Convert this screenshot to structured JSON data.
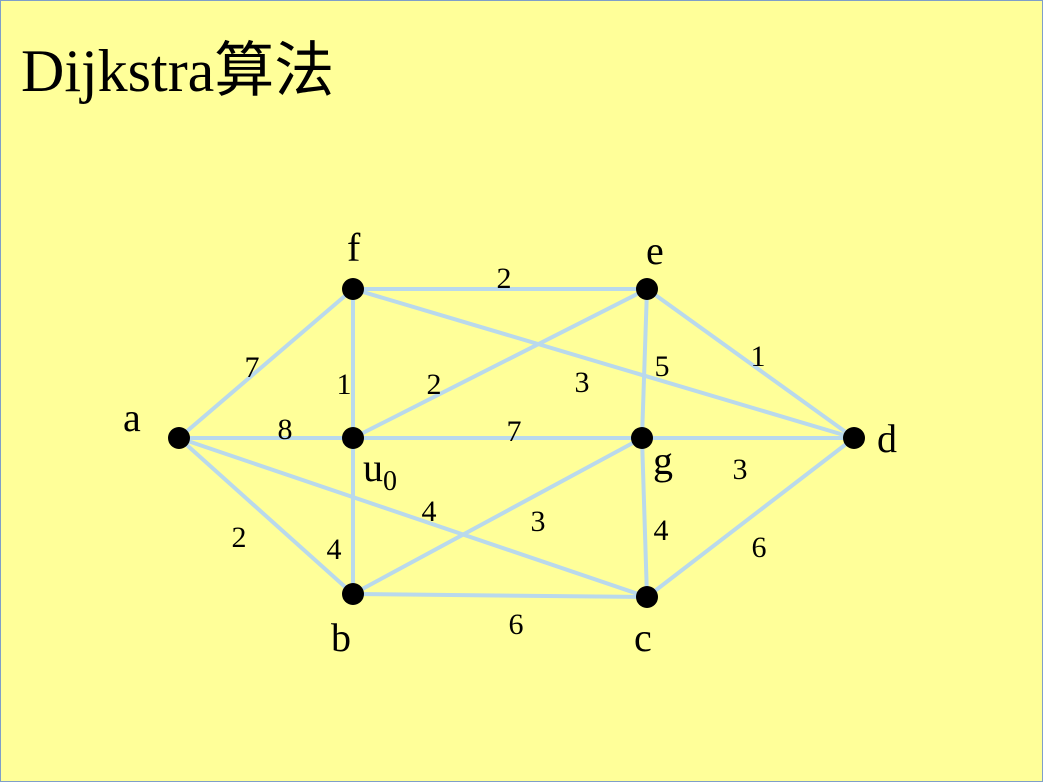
{
  "title": "Dijkstra算法",
  "vertices": [
    {
      "id": "a",
      "label": "a"
    },
    {
      "id": "f",
      "label": "f"
    },
    {
      "id": "u0",
      "label": "u",
      "sub": "0"
    },
    {
      "id": "b",
      "label": "b"
    },
    {
      "id": "e",
      "label": "e"
    },
    {
      "id": "g",
      "label": "g"
    },
    {
      "id": "c",
      "label": "c"
    },
    {
      "id": "d",
      "label": "d"
    }
  ],
  "edges": [
    {
      "from": "f",
      "to": "e",
      "weight": "2"
    },
    {
      "from": "a",
      "to": "f",
      "weight": "7"
    },
    {
      "from": "f",
      "to": "u0",
      "weight": "1"
    },
    {
      "from": "u0",
      "to": "e",
      "weight": "2"
    },
    {
      "from": "f",
      "to": "d",
      "weight": "3"
    },
    {
      "from": "e",
      "to": "g",
      "weight": "5"
    },
    {
      "from": "e",
      "to": "d",
      "weight": "1"
    },
    {
      "from": "a",
      "to": "u0",
      "weight": "8"
    },
    {
      "from": "u0",
      "to": "g",
      "weight": "7"
    },
    {
      "from": "g",
      "to": "d",
      "weight": "3"
    },
    {
      "from": "a",
      "to": "c",
      "weight": "4"
    },
    {
      "from": "b",
      "to": "g",
      "weight": "3"
    },
    {
      "from": "a",
      "to": "b",
      "weight": "2"
    },
    {
      "from": "u0",
      "to": "b",
      "weight": "4"
    },
    {
      "from": "g",
      "to": "c",
      "weight": "4"
    },
    {
      "from": "c",
      "to": "d",
      "weight": "6"
    },
    {
      "from": "b",
      "to": "c",
      "weight": "6"
    }
  ]
}
